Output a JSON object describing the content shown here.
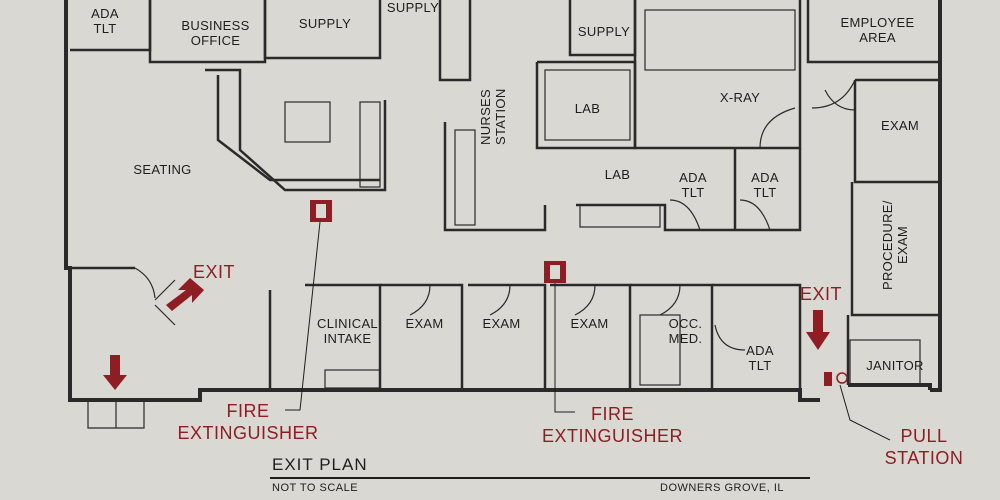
{
  "rooms": {
    "ada_tlt_1": "ADA\nTLT",
    "business_office": "BUSINESS\nOFFICE",
    "supply_1": "SUPPLY",
    "supply_2": "SUPPLY",
    "supply_3": "SUPPLY",
    "employee_area": "EMPLOYEE\nAREA",
    "nurses_station": "NURSES\nSTATION",
    "lab_1": "LAB",
    "lab_2": "LAB",
    "x_ray": "X-RAY",
    "exam_east": "EXAM",
    "seating": "SEATING",
    "ada_tlt_2": "ADA\nTLT",
    "ada_tlt_3": "ADA\nTLT",
    "procedure_exam": "PROCEDURE/\nEXAM",
    "clinical_intake": "CLINICAL\nINTAKE",
    "exam_1": "EXAM",
    "exam_2": "EXAM",
    "exam_3": "EXAM",
    "occ_med": "OCC.\nMED.",
    "ada_tlt_4": "ADA\nTLT",
    "janitor": "JANITOR"
  },
  "callouts": {
    "exit_west": "EXIT",
    "exit_east": "EXIT",
    "fire_ext_1": "FIRE\nEXTINGUISHER",
    "fire_ext_2": "FIRE\nEXTINGUISHER",
    "pull_station": "PULL\nSTATION"
  },
  "footer": {
    "title": "EXIT PLAN",
    "scale_note": "NOT TO SCALE",
    "location": "DOWNERS GROVE, IL"
  },
  "colors": {
    "wall": "#2a2a2a",
    "marker_red": "#8e1e24",
    "paper": "#d9d8d2"
  }
}
